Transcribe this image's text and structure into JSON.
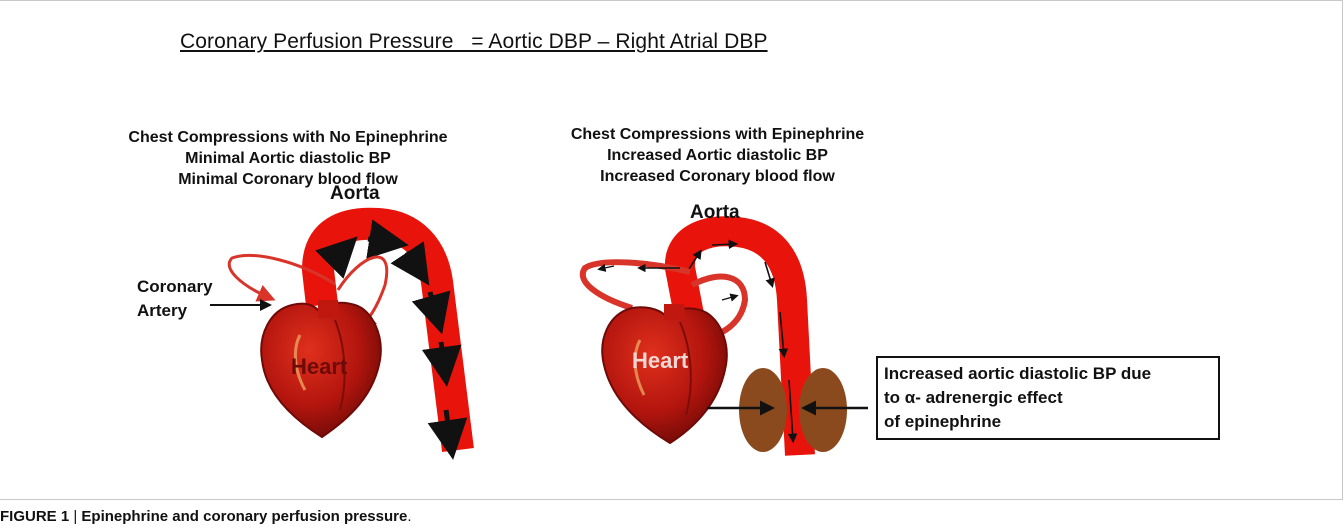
{
  "title": "Coronary Perfusion Pressure   = Aortic DBP – Right Atrial DBP",
  "left_panel": {
    "lines": [
      "Chest Compressions with No Epinephrine",
      "Minimal Aortic diastolic BP",
      "Minimal Coronary blood flow"
    ],
    "aorta_label": "Aorta",
    "heart_label": "Heart",
    "coronary_label": [
      "Coronary",
      "Artery"
    ]
  },
  "right_panel": {
    "lines": [
      "Chest Compressions with Epinephrine",
      "Increased Aortic diastolic BP",
      "Increased Coronary blood flow"
    ],
    "aorta_label": "Aorta",
    "heart_label": "Heart"
  },
  "callout": {
    "lines": [
      "Increased aortic diastolic BP due",
      "to α- adrenergic effect",
      "of epinephrine"
    ]
  },
  "caption": {
    "label": "FIGURE 1",
    "separator": " | ",
    "text": "Epinephrine and coronary perfusion pressure",
    "end": "."
  },
  "colors": {
    "aorta": "#e8140c",
    "heart": "#b8160f",
    "heart_dark": "#7e0d09",
    "vessel_outline": "#d9342a",
    "gland": "#8b4a1e",
    "arrow": "#111111"
  },
  "icons": [
    "heart-illustration",
    "aorta-vessel",
    "flow-arrow",
    "adrenal-ellipse"
  ]
}
